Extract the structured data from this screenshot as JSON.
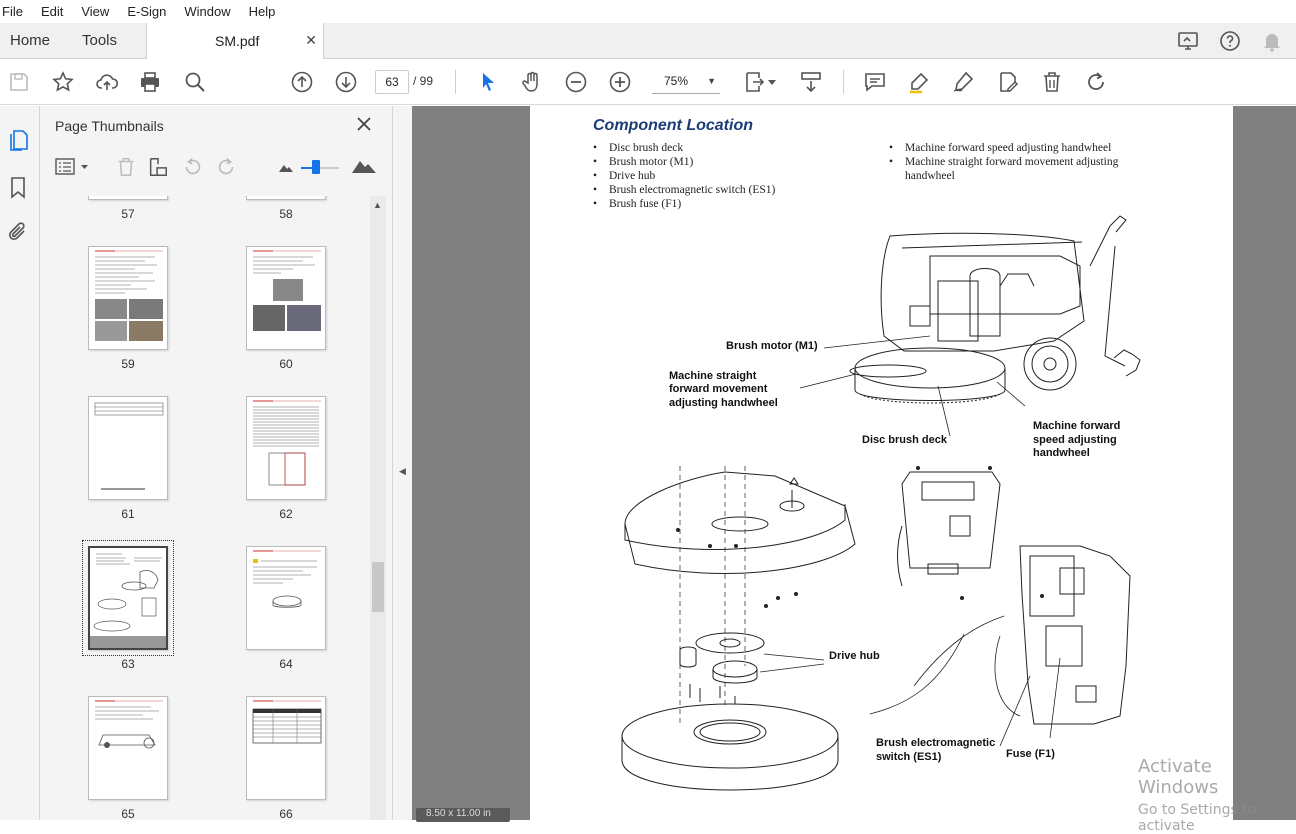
{
  "menu": [
    "File",
    "Edit",
    "View",
    "E-Sign",
    "Window",
    "Help"
  ],
  "tabs": {
    "home": "Home",
    "tools": "Tools",
    "document": "SM.pdf"
  },
  "toolbar": {
    "page_current": "63",
    "page_total": "/ 99",
    "zoom": "75%"
  },
  "panel": {
    "title": "Page Thumbnails",
    "thumbnails": [
      {
        "label": "57"
      },
      {
        "label": "58"
      },
      {
        "label": "59"
      },
      {
        "label": "60"
      },
      {
        "label": "61"
      },
      {
        "label": "62"
      },
      {
        "label": "63"
      },
      {
        "label": "64"
      },
      {
        "label": "65"
      },
      {
        "label": "66"
      }
    ],
    "selected": "63"
  },
  "page": {
    "title": "Component Location",
    "bullets_left": [
      "Disc brush deck",
      "Brush motor (M1)",
      "Drive hub",
      "Brush electromagnetic switch (ES1)",
      "Brush fuse (F1)"
    ],
    "bullets_right": [
      "Machine forward speed adjusting handwheel",
      "Machine straight forward movement adjusting handwheel"
    ],
    "callouts": {
      "brush_motor": "Brush motor (M1)",
      "straight_line1": "Machine straight",
      "straight_line2": "forward movement",
      "straight_line3": "adjusting handwheel",
      "disc_deck": "Disc brush deck",
      "fwd_line1": "Machine forward",
      "fwd_line2": "speed adjusting",
      "fwd_line3": "handwheel",
      "drive_hub": "Drive hub",
      "es1_line1": "Brush electromagnetic",
      "es1_line2": "switch (ES1)",
      "fuse": "Fuse (F1)"
    },
    "size_badge": "8.50 x 11.00 in"
  },
  "watermark": {
    "line1": "Activate Windows",
    "line2": "Go to Settings to activate"
  }
}
